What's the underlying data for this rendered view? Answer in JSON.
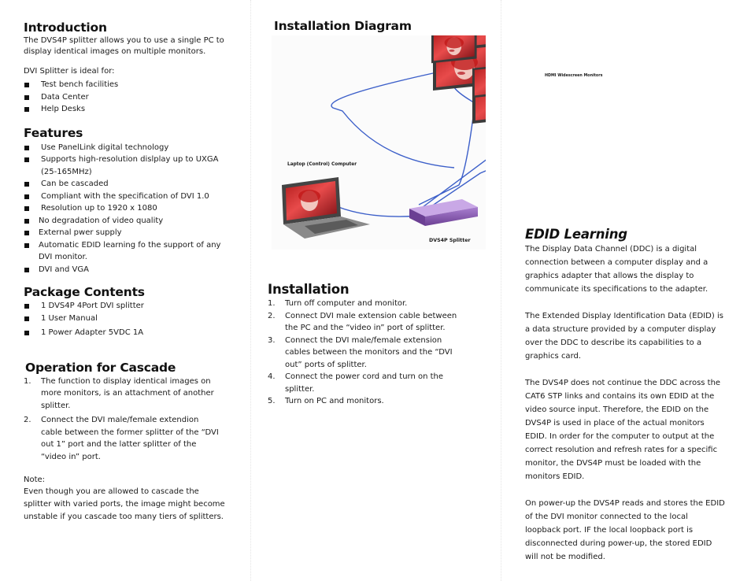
{
  "introduction": {
    "title": "Introduction",
    "text": "The DVS4P splitter allows you to use a single PC to display identical images on multiple monitors.",
    "ideal_label": "DVI Splitter is ideal for:",
    "items": [
      "Test bench facilities",
      "Data Center",
      "Help Desks"
    ]
  },
  "features": {
    "title": "Features",
    "items": [
      "Use PanelLink digital technology",
      "Supports high-resolution dislplay up to UXGA (25-165MHz)",
      "Can be cascaded",
      "Compliant with the specification of DVI 1.0",
      "Resolution up to 1920 x 1080",
      "No degradation of video quality",
      "External pwer supply",
      "Automatic EDID learning fo the support of any DVI monitor.",
      "DVI and VGA"
    ]
  },
  "package": {
    "title": "Package Contents",
    "items": [
      "1 DVS4P 4Port DVI splitter",
      "1 User Manual",
      "1 Power Adapter 5VDC 1A"
    ]
  },
  "cascade": {
    "title": "Operation for Cascade",
    "steps": [
      "The function to display identical images on more monitors, is an attachment of another splitter.",
      "Connect the DVI male/female extendion cable between the former splitter of the “DVI out 1” port and the latter splitter of the “video in” port."
    ],
    "note_label": "Note:",
    "note_text": "Even though you are allowed to cascade the splitter with varied ports, the image might become unstable if you cascade too many tiers of splitters."
  },
  "diagram": {
    "title": "Installation Diagram",
    "monitors_label": "HDMI Widescreen Monitors",
    "computer_label": "Laptop (Control) Computer",
    "splitter_label": "DVS4P Splitter"
  },
  "installation": {
    "title": "Installation",
    "steps": [
      "Turn off computer and monitor.",
      "Connect DVI male extension cable between the PC and the “video in” port of splitter.",
      "Connect the DVI male/female extension cables between the monitors and the “DVI out” ports of splitter.",
      "Connect the power cord and turn on the splitter.",
      "Turn on PC and monitors."
    ]
  },
  "edid": {
    "title": "EDID Learning",
    "paragraphs": [
      "The Display Data Channel (DDC) is a digital connection between a computer display and a graphics adapter that allows the display to communicate its specifications to the adapter.",
      "The Extended Display Identification Data (EDID) is a data structure provided by a computer display over the DDC to describe its capabilities to a graphics card.",
      "The DVS4P does not continue the DDC across the CAT6 STP links and contains its own EDID at the video source input. Therefore, the EDID on the DVS4P is used in place of the actual monitors EDID. In order for the computer to output at the correct resolution and refresh rates for a specific monitor, the DVS4P must be loaded with the monitors EDID.",
      "On power-up the DVS4P reads and stores the EDID of the DVI monitor connected to the local loopback port. IF the local loopback port is disconnected during power-up, the stored EDID will not be modified."
    ]
  }
}
